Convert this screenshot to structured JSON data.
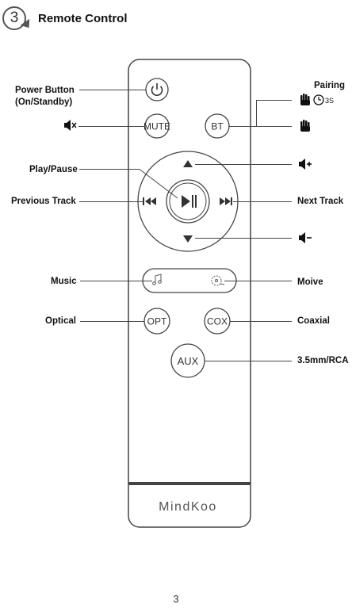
{
  "section": {
    "number": "3",
    "title": "Remote Control"
  },
  "remote": {
    "mute_label": "MUTE",
    "bt_label": "BT",
    "opt_label": "OPT",
    "cox_label": "COX",
    "aux_label": "AUX",
    "brand": "MindKoo"
  },
  "labels": {
    "power": [
      "Power Button",
      "(On/Standby)"
    ],
    "pairing": "Pairing",
    "pairing_time": "3S",
    "play_pause": "Play/Pause",
    "previous_track": "Previous Track",
    "next_track": "Next Track",
    "music": "Music",
    "movie": "Moive",
    "optical": "Optical",
    "coaxial": "Coaxial",
    "aux": "3.5mm/RCA"
  },
  "page_number": "3"
}
